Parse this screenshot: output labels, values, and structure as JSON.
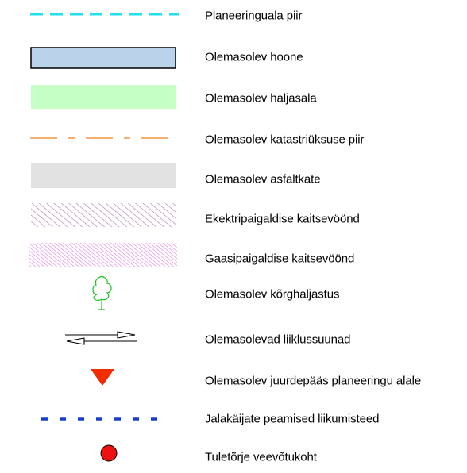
{
  "legend": {
    "items": [
      {
        "id": "planning-area-boundary",
        "label": "Planeeringuala piir",
        "color": "#22e0f0"
      },
      {
        "id": "existing-building",
        "label": "Olemasolev hoone",
        "color": "#bad3ea"
      },
      {
        "id": "existing-green-area",
        "label": "Olemasolev haljasala",
        "color": "#c6ffc6"
      },
      {
        "id": "cadastral-boundary",
        "label": "Olemasolev katastriüksuse piir",
        "color": "#f08020"
      },
      {
        "id": "asphalt-surface",
        "label": "Olemasolev asfaltkate",
        "color": "#e2e2e2"
      },
      {
        "id": "electric-protection-zone",
        "label": "Ekektripaigaldise kaitsevöönd",
        "color": "#b080b0"
      },
      {
        "id": "gas-protection-zone",
        "label": "Gaasipaigaldise kaitsevöönd",
        "color": "#e070e0"
      },
      {
        "id": "tall-greenery",
        "label": "Olemasolev kõrghaljastus",
        "color": "#22c022"
      },
      {
        "id": "traffic-directions",
        "label": "Olemasolevad liiklussuunad",
        "color": "#000000"
      },
      {
        "id": "access-to-area",
        "label": "Olemasolev juurdepääs planeeringu alale",
        "color": "#f02c00"
      },
      {
        "id": "pedestrian-routes",
        "label": "Jalakäijate peamised liikumisteed",
        "color": "#1a3ecc"
      },
      {
        "id": "fire-water-point",
        "label": "Tuletõrje veevõtukoht",
        "color": "#ee1111"
      }
    ]
  }
}
